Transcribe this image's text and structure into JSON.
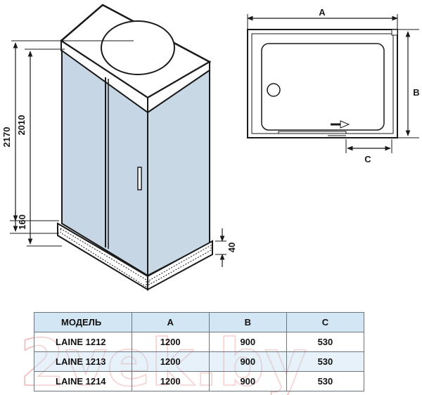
{
  "watermark": "2vek.by",
  "dimensions": {
    "height_total": "2170",
    "height_doors": "2010",
    "height_tray": "160",
    "height_base": "40",
    "plan_width": "A",
    "plan_depth": "B",
    "plan_door": "C"
  },
  "table": {
    "headers": [
      "МОДЕЛЬ",
      "A",
      "B",
      "C"
    ],
    "rows": [
      [
        "LAINE 1212",
        "1200",
        "900",
        "530"
      ],
      [
        "LAINE 1213",
        "1200",
        "900",
        "530"
      ],
      [
        "LAINE 1214",
        "1200",
        "900",
        "530"
      ]
    ]
  },
  "colors": {
    "glass": "#c6d6e4",
    "outline": "#1a1a1a",
    "table_header": "#c4def0"
  }
}
